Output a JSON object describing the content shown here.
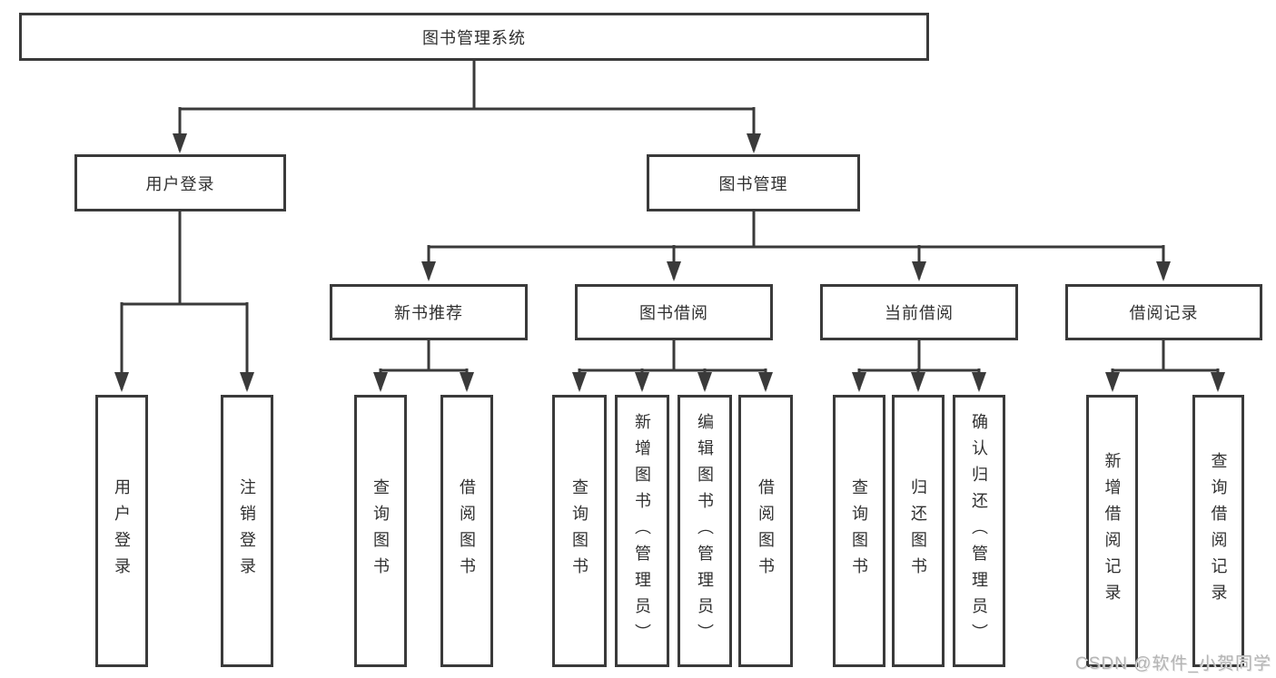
{
  "diagram": {
    "type": "tree-diagram",
    "title": "图书管理系统",
    "colors": {
      "line": "#3a3a3a",
      "box_border": "#3a3a3a",
      "text": "#303030",
      "background": "#ffffff",
      "watermark": "#b4b4b4"
    },
    "nodes": {
      "root": {
        "label": "图书管理系统"
      },
      "user_login": {
        "label": "用户登录"
      },
      "book_management": {
        "label": "图书管理"
      },
      "new_book_recommend": {
        "label": "新书推荐"
      },
      "book_borrow": {
        "label": "图书借阅"
      },
      "current_borrow": {
        "label": "当前借阅"
      },
      "borrow_records": {
        "label": "借阅记录"
      },
      "leaf_user_login": {
        "label": "用户登录"
      },
      "leaf_logout": {
        "label": "注销登录"
      },
      "leaf_query_book_a": {
        "label": "查询图书"
      },
      "leaf_borrow_book_a": {
        "label": "借阅图书"
      },
      "leaf_query_book_b": {
        "label": "查询图书"
      },
      "leaf_add_book": {
        "label": "新增图书（管理员）"
      },
      "leaf_edit_book": {
        "label": "编辑图书（管理员）"
      },
      "leaf_borrow_book_b": {
        "label": "借阅图书"
      },
      "leaf_query_book_c": {
        "label": "查询图书"
      },
      "leaf_return_book": {
        "label": "归还图书"
      },
      "leaf_confirm_return": {
        "label": "确认归还（管理员）"
      },
      "leaf_add_record": {
        "label": "新增借阅记录"
      },
      "leaf_query_record": {
        "label": "查询借阅记录"
      }
    },
    "hierarchy": {
      "图书管理系统": [
        "用户登录",
        "图书管理"
      ],
      "用户登录": [
        "用户登录",
        "注销登录"
      ],
      "图书管理": [
        "新书推荐",
        "图书借阅",
        "当前借阅",
        "借阅记录"
      ],
      "新书推荐": [
        "查询图书",
        "借阅图书"
      ],
      "图书借阅": [
        "查询图书",
        "新增图书（管理员）",
        "编辑图书（管理员）",
        "借阅图书"
      ],
      "当前借阅": [
        "查询图书",
        "归还图书",
        "确认归还（管理员）"
      ],
      "借阅记录": [
        "新增借阅记录",
        "查询借阅记录"
      ]
    }
  },
  "watermark": {
    "text": "CSDN @软件_小贺同学"
  }
}
